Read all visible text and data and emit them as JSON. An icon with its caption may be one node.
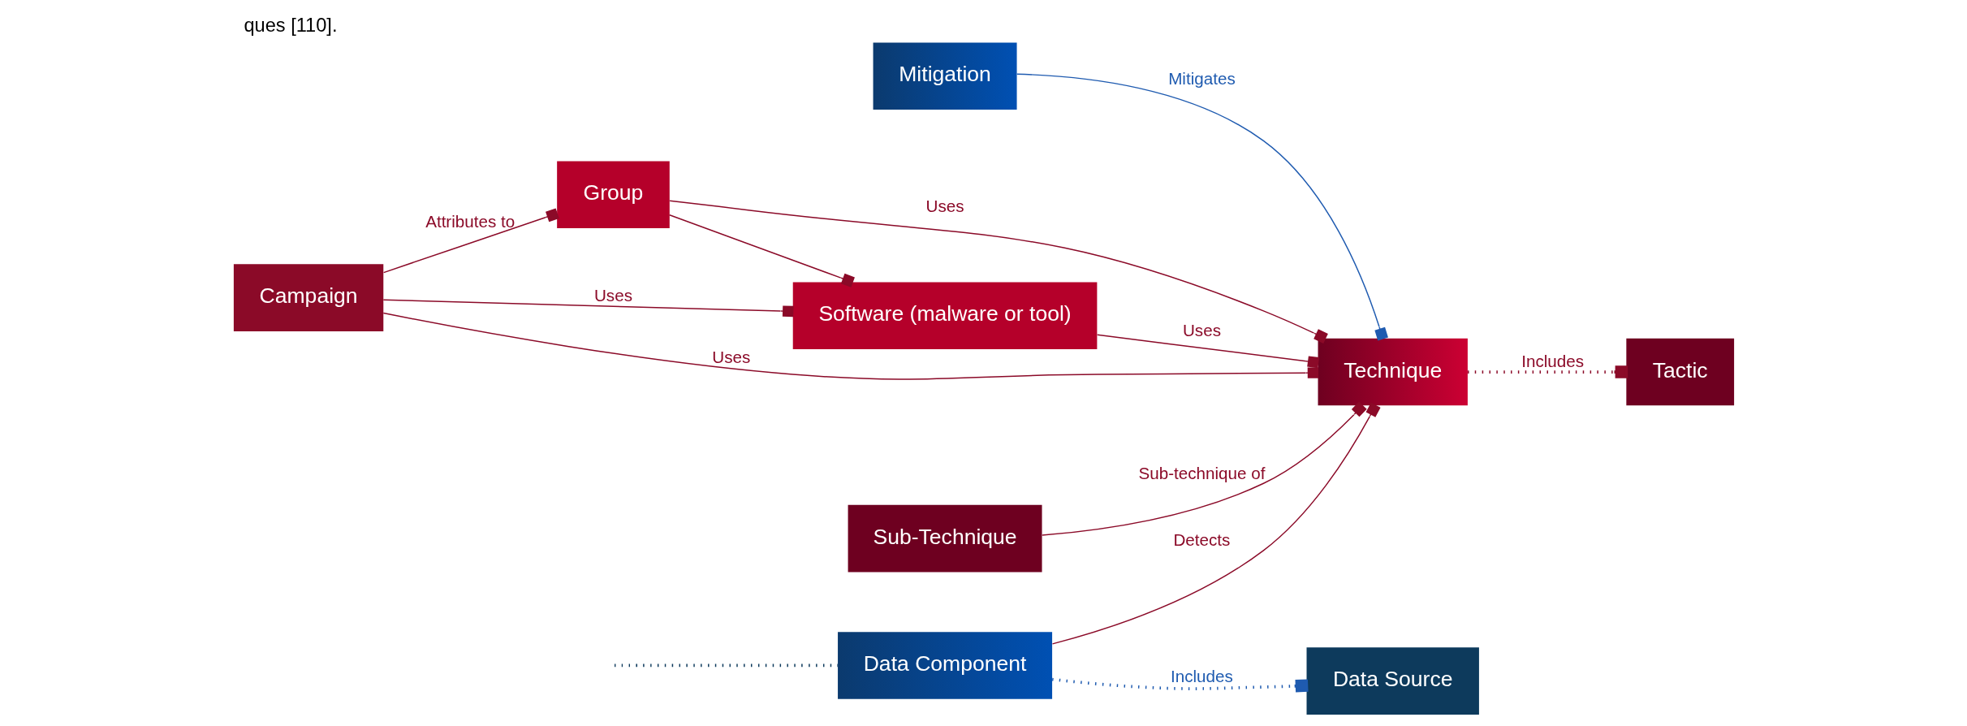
{
  "diagram": {
    "caption": "ques [110].",
    "nodes": [
      {
        "text": [
          "Campaign"
        ]
      },
      {
        "text": [
          "Group"
        ]
      },
      {
        "text": [
          "Software (malware or tool)"
        ]
      },
      {
        "text": [
          "Technique"
        ]
      },
      {
        "text": [
          "Tactic"
        ]
      },
      {
        "text": [
          "Sub-Technique"
        ]
      },
      {
        "text": [
          "Data Component"
        ]
      },
      {
        "text": [
          "Data Source"
        ]
      },
      {
        "text": [
          "Mitigation"
        ]
      }
    ],
    "edges": [
      {
        "from": 0,
        "to": 3,
        "arrow": "other",
        "label": "Uses"
      },
      {
        "from": 0,
        "to": 1,
        "arrow": "other",
        "label": "Attributes to"
      },
      {
        "from": 0,
        "to": 2,
        "arrow": "other",
        "label": "Uses"
      },
      {
        "from": 1,
        "to": 3,
        "arrow": "other",
        "label": "Uses"
      },
      {
        "from": 1,
        "to": 2,
        "arrow": "other"
      },
      {
        "from": 2,
        "to": 3,
        "arrow": "other",
        "label": "Uses"
      },
      {
        "from": 3,
        "to": 4,
        "arrow": "other",
        "label": "Includes",
        "style": "dashed"
      },
      {
        "from": 5,
        "to": 3,
        "arrow": "other",
        "label": "Sub-technique of"
      },
      {
        "from": 6,
        "to": 3,
        "arrow": "other",
        "label": "Detects"
      },
      {
        "from": 8,
        "to": 3,
        "arrow": "other",
        "label": "Mitigates",
        "color": "#1f5bb0"
      },
      {
        "from": 6,
        "to": 7,
        "arrow": "other",
        "label": "Includes",
        "style": "dashed",
        "color": "#1f5bb0"
      },
      {
        "from": null,
        "to": 6,
        "arrow": "none",
        "style": "dashed",
        "color": "#0d3a5c"
      }
    ]
  }
}
